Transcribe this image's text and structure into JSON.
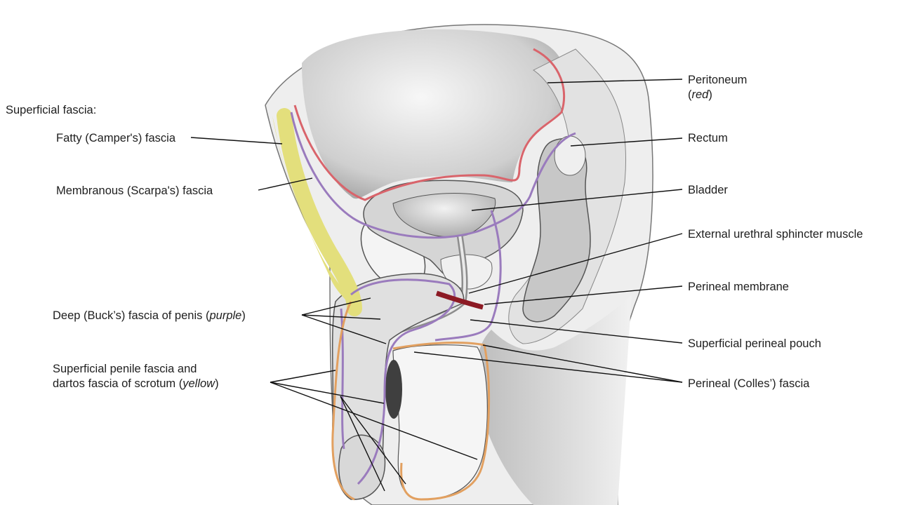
{
  "figure": {
    "heading": "Superficial fascia:",
    "labels": {
      "fatty_fascia": "Fatty (Camper's) fascia",
      "membranous_fascia": "Membranous (Scarpa's) fascia",
      "deep_fascia": "Deep (Buck’s) fascia of penis (",
      "deep_fascia_em": "purple",
      "deep_fascia_close": ")",
      "superficial_penile_line1": "Superficial penile fascia and",
      "superficial_penile_line2": "dartos fascia of scrotum (",
      "superficial_penile_em": "yellow",
      "superficial_penile_close": ")",
      "peritoneum": "Peritoneum",
      "peritoneum_open": "(",
      "peritoneum_em": "red",
      "peritoneum_close": ")",
      "rectum": "Rectum",
      "bladder": "Bladder",
      "sphincter": "External urethral sphincter muscle",
      "perineal_membrane": "Perineal membrane",
      "superficial_pouch": "Superficial perineal pouch",
      "colles_fascia": "Perineal (Colles’) fascia"
    },
    "colors": {
      "peritoneum": "#d9646b",
      "deep_fascia": "#9a7bbd",
      "superficial_fascia": "#e2a060",
      "fatty_layer": "#e3df7c",
      "perineal_membrane": "#8c1a24",
      "tissue": "#e6e6e6",
      "outline": "#4a4a4a",
      "leader": "#111111"
    }
  }
}
